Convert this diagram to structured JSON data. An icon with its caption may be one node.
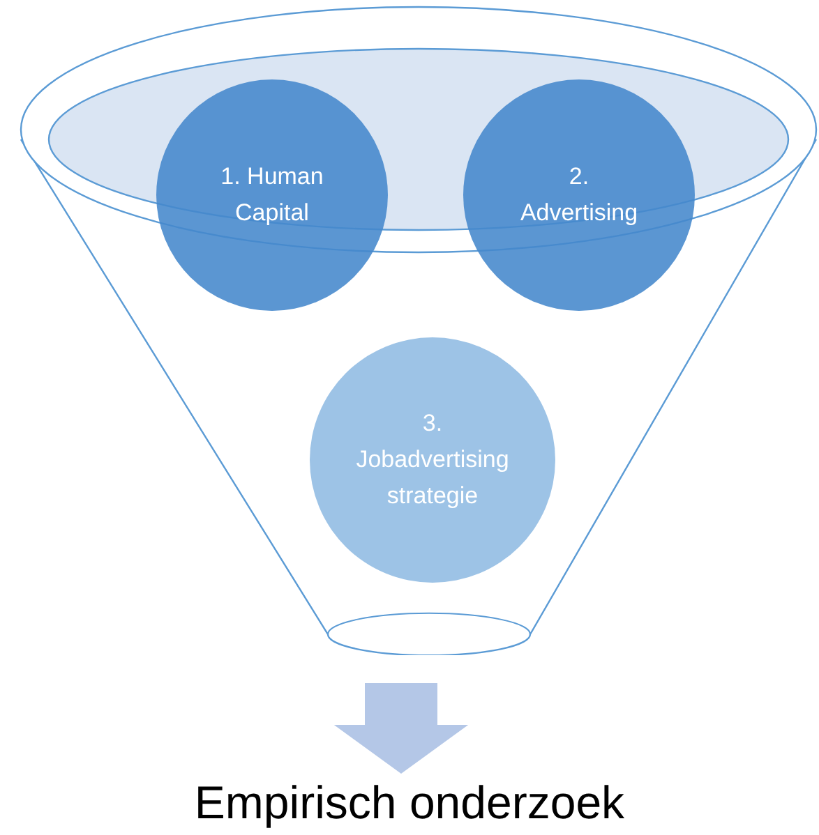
{
  "diagram": {
    "nodes": [
      {
        "text": [],
        "shape": "funnel"
      },
      {
        "text": [
          "1. Human Capital"
        ]
      },
      {
        "text": [
          "2. Advertising"
        ]
      },
      {
        "text": [
          "3. Jobadvertising strategie"
        ],
        "in": 0
      },
      {
        "text": [
          "Empirisch onderzoek"
        ]
      }
    ],
    "edges": [
      {
        "from": 0,
        "to": 4,
        "arrow": "to",
        "style": "thick",
        "color": "#b4c7e7"
      }
    ]
  }
}
